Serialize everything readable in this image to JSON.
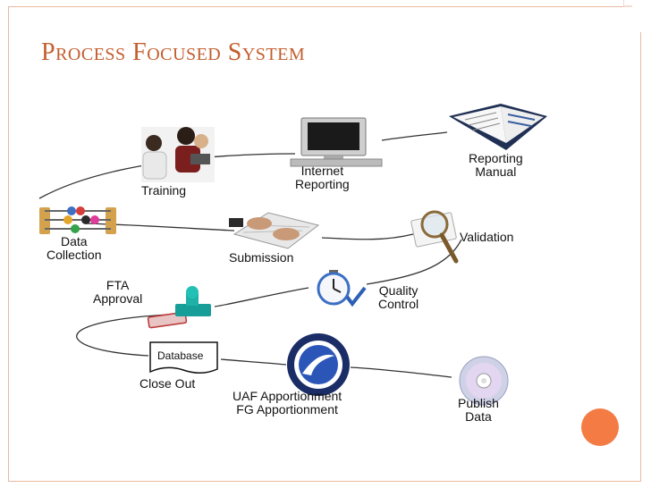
{
  "slide": {
    "title": "Process Focused System",
    "accent_color": "#c35e2e",
    "circle_color": "#f47c44"
  },
  "nodes": {
    "training": {
      "label": [
        "Training"
      ],
      "icon": "people-at-computer-icon"
    },
    "internet_reporting": {
      "label": [
        "Internet",
        "Reporting"
      ],
      "icon": "computer-monitor-icon"
    },
    "reporting_manual": {
      "label": [
        "Reporting",
        "Manual"
      ],
      "icon": "open-binder-icon"
    },
    "data_collection": {
      "label": [
        "Data",
        "Collection"
      ],
      "icon": "abacus-icon"
    },
    "submission": {
      "label": [
        "Submission"
      ],
      "icon": "keyboard-typing-icon"
    },
    "validation": {
      "label": [
        "Validation"
      ],
      "icon": "magnifying-glass-icon"
    },
    "fta_approval": {
      "label": [
        "FTA",
        "Approval"
      ],
      "icon": "approval-stamp-icon"
    },
    "quality_control": {
      "label": [
        "Quality",
        "Control"
      ],
      "icon": "stopwatch-icon"
    },
    "close_out": {
      "label": [
        "Close Out"
      ],
      "box_text": "Database",
      "icon": "database-document-icon"
    },
    "apportionment": {
      "label": [
        "UAF Apportionment",
        "FG Apportionment"
      ],
      "icon": "dot-seal-icon"
    },
    "publish_data": {
      "label": [
        "Publish",
        "Data"
      ],
      "icon": "cd-disc-icon"
    }
  }
}
